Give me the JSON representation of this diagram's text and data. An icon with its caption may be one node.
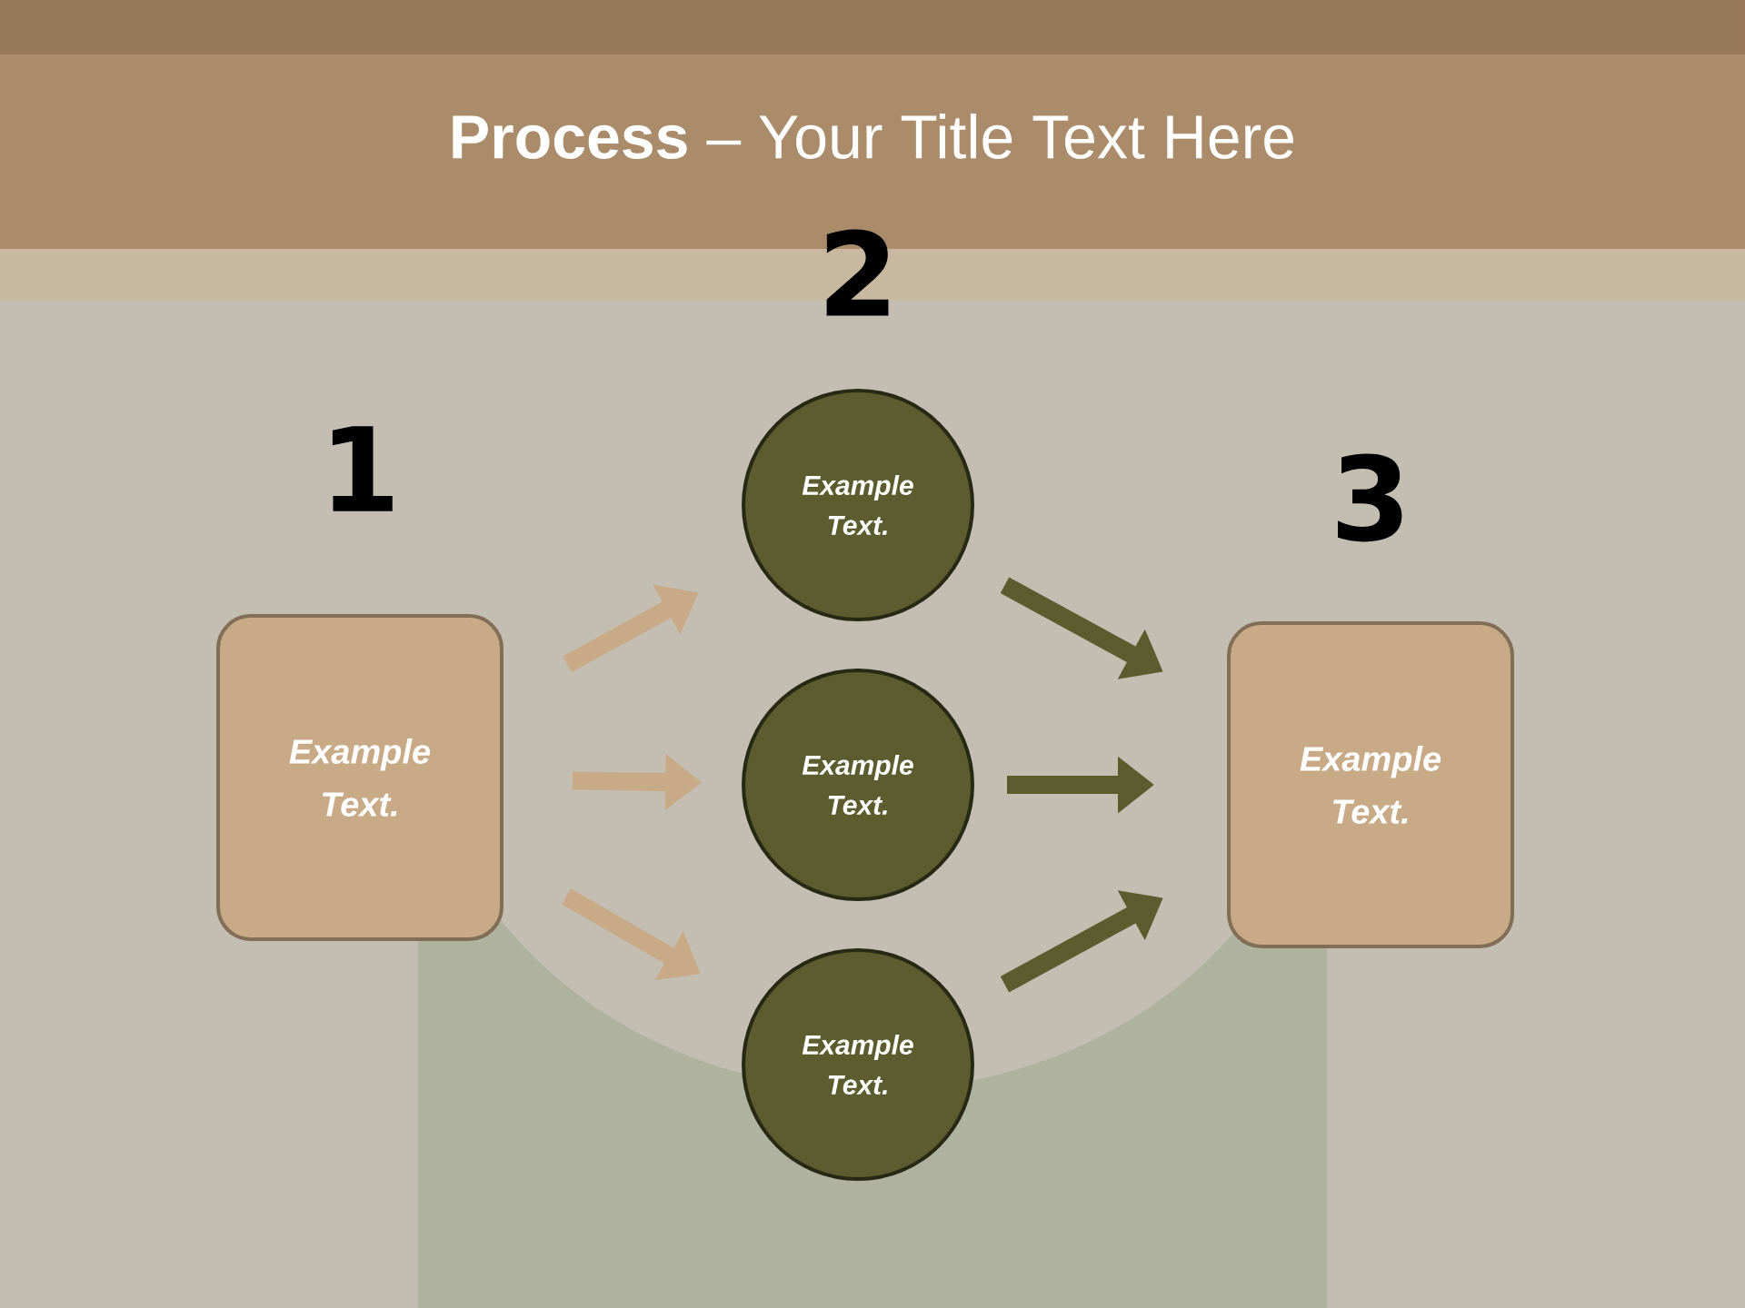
{
  "diagram": {
    "title": "**Process** – Your Title Text Here",
    "nodes": [
      {
        "text": [
          "Example Text."
        ],
        "beside": [
          "1"
        ]
      },
      {
        "text": [
          "Example Text."
        ],
        "beside": [
          "2"
        ]
      },
      {
        "text": [
          "Example Text."
        ]
      },
      {
        "text": [
          "Example Text."
        ]
      },
      {
        "text": [
          "Example Text."
        ],
        "beside": [
          "3"
        ]
      }
    ],
    "edges": [
      {
        "from": 0,
        "to": 1,
        "arrow": "to",
        "color": "#c8aa86"
      },
      {
        "from": 0,
        "to": 2,
        "arrow": "to",
        "color": "#c8aa86"
      },
      {
        "from": 0,
        "to": 3,
        "arrow": "to",
        "color": "#c8aa86"
      },
      {
        "from": 1,
        "to": 4,
        "arrow": "to",
        "color": "#5c5c2e"
      },
      {
        "from": 2,
        "to": 4,
        "arrow": "to",
        "color": "#5c5c2e"
      },
      {
        "from": 3,
        "to": 4,
        "arrow": "to",
        "color": "#5c5c2e"
      }
    ]
  }
}
